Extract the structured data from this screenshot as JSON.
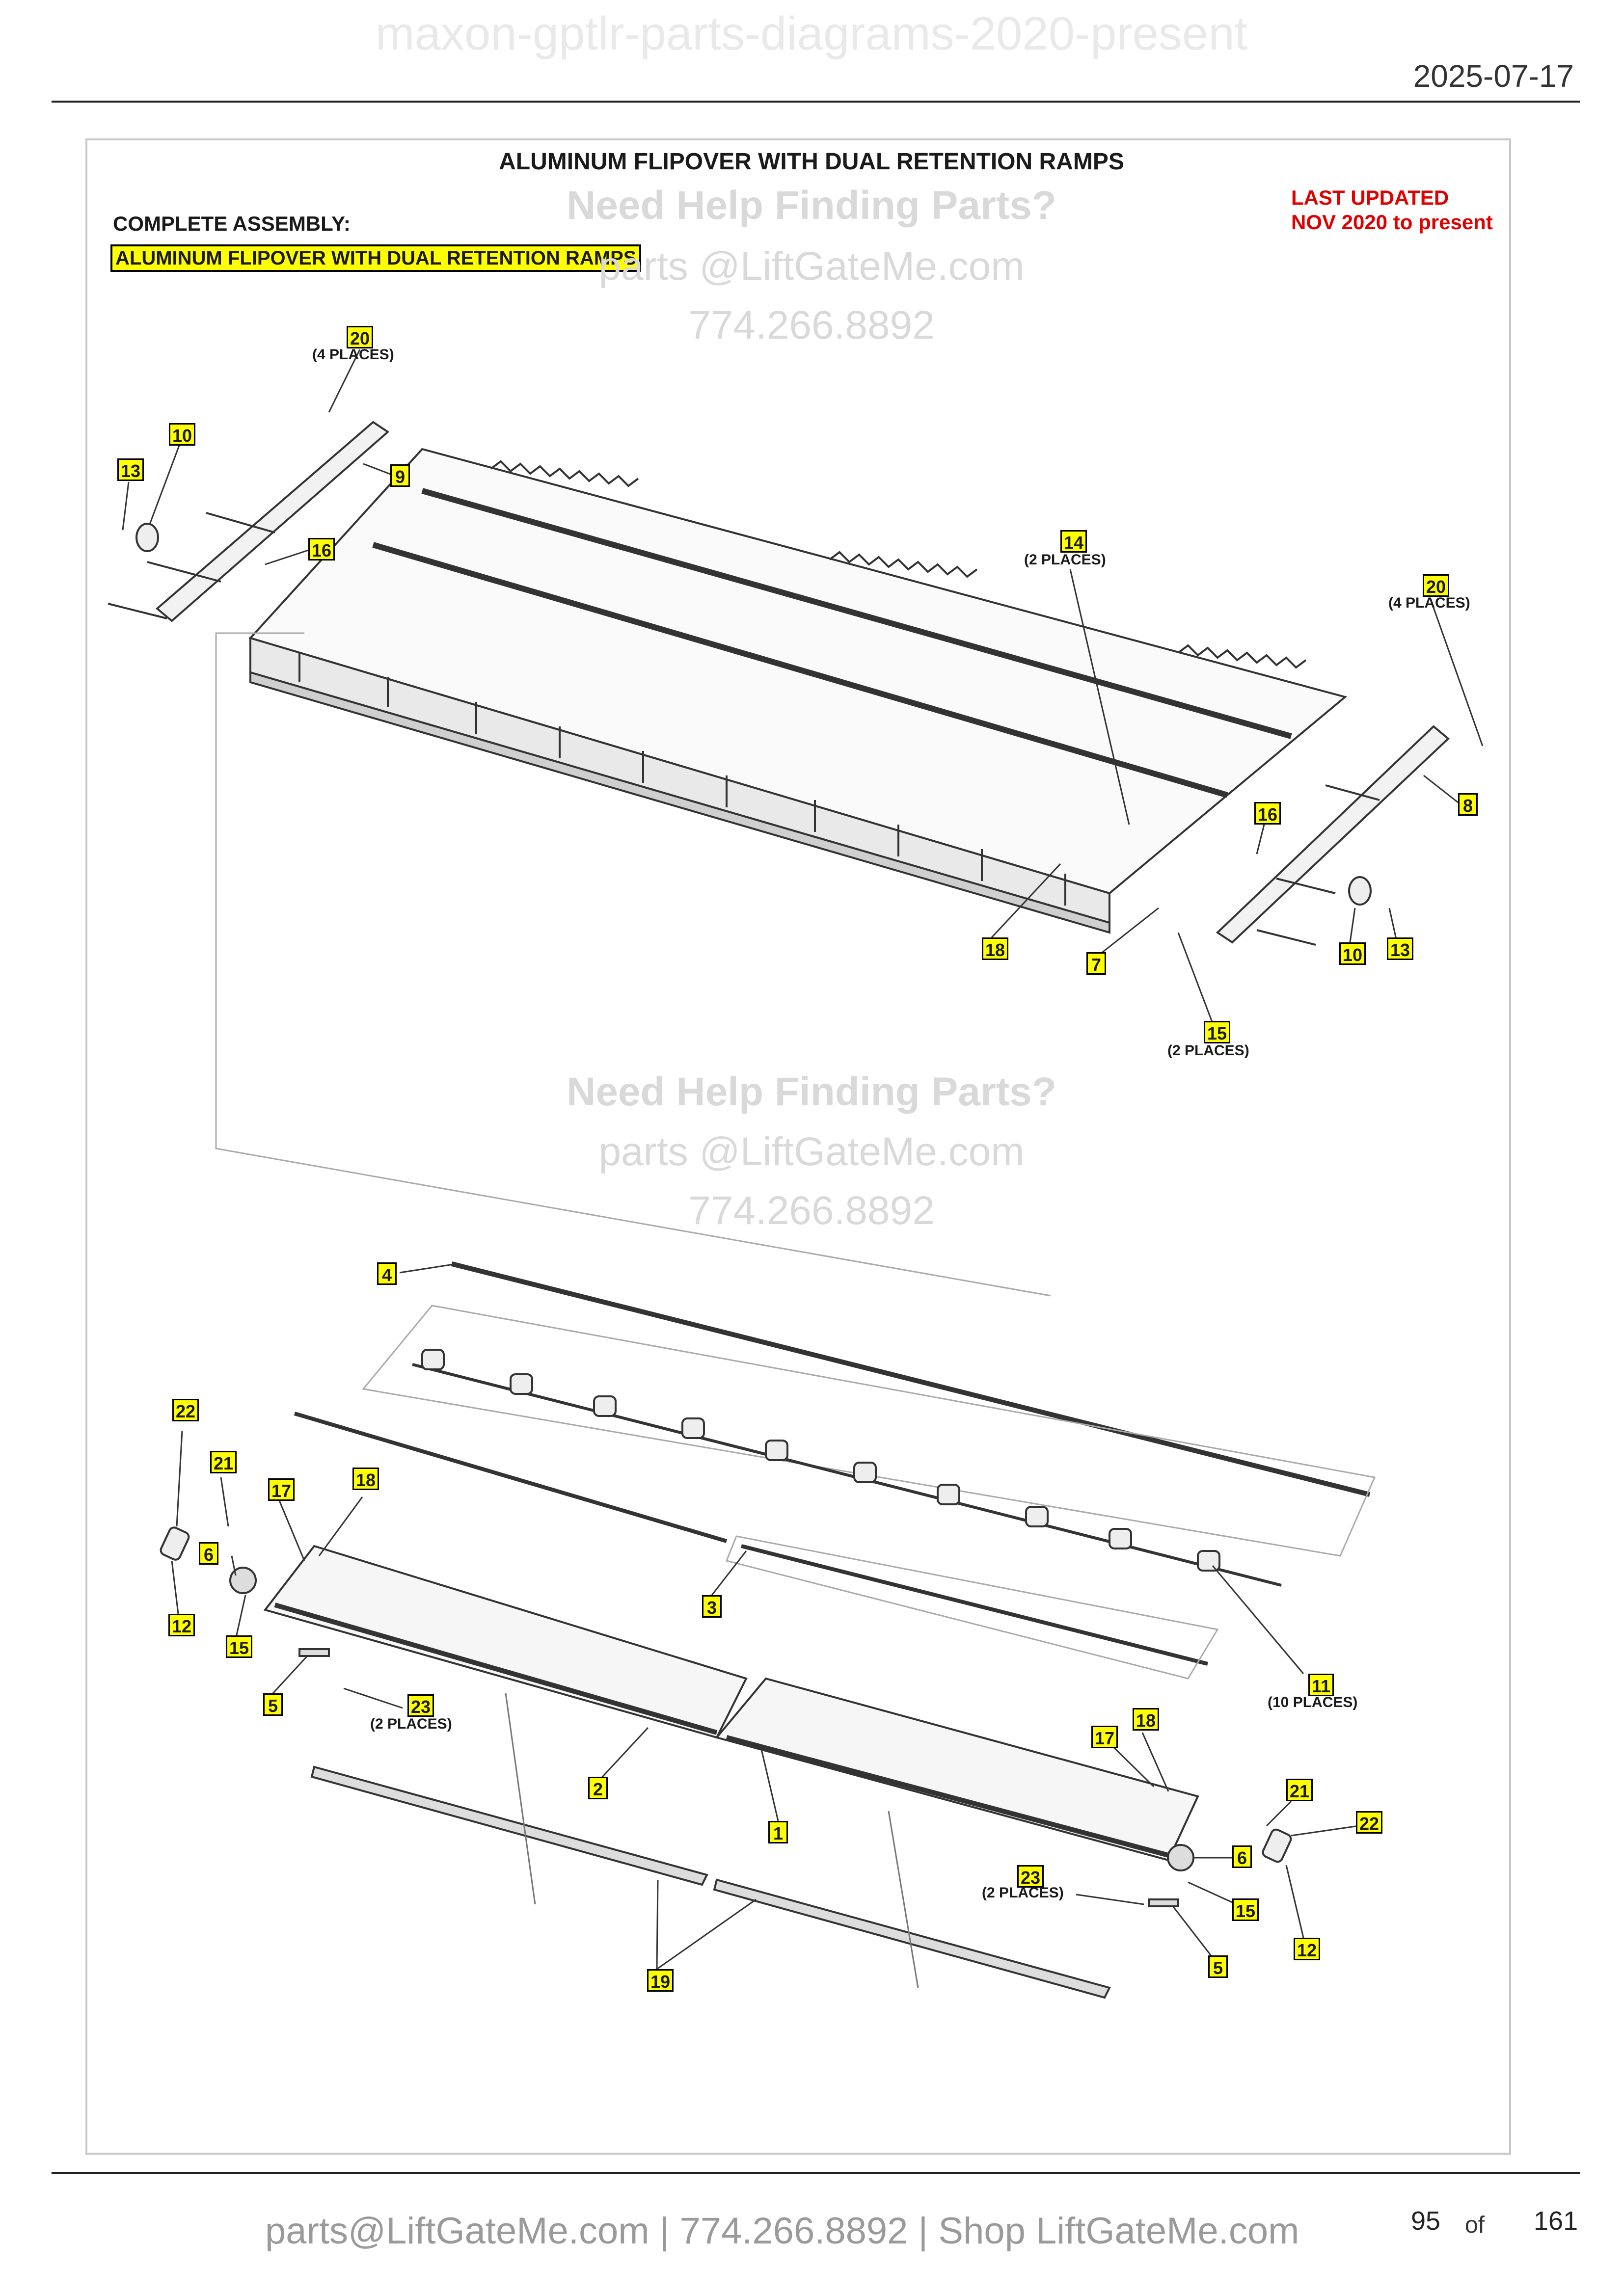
{
  "header": {
    "doc_title": "maxon-gptlr-parts-diagrams-2020-present",
    "date": "2025-07-17"
  },
  "sheet": {
    "title": "ALUMINUM FLIPOVER WITH DUAL RETENTION RAMPS",
    "complete_assembly_label": "COMPLETE ASSEMBLY:",
    "assembly_name": "ALUMINUM FLIPOVER WITH DUAL RETENTION RAMPS",
    "last_updated_label": "LAST UPDATED",
    "last_updated_range": "NOV 2020 to present"
  },
  "watermarks": [
    {
      "heading": "Need Help Finding Parts?",
      "email": "parts @LiftGateMe.com",
      "phone": "774.266.8892"
    },
    {
      "heading": "Need Help Finding Parts?",
      "email": "parts @LiftGateMe.com",
      "phone": "774.266.8892"
    }
  ],
  "callouts": [
    "20",
    "10",
    "13",
    "9",
    "16",
    "14",
    "20",
    "8",
    "16",
    "18",
    "7",
    "15",
    "10",
    "13",
    "4",
    "22",
    "21",
    "17",
    "18",
    "6",
    "3",
    "12",
    "15",
    "5",
    "23",
    "11",
    "2",
    "1",
    "18",
    "17",
    "21",
    "22",
    "6",
    "23",
    "15",
    "12",
    "5",
    "19"
  ],
  "notes": [
    "(4 PLACES)",
    "(2 PLACES)",
    "(4 PLACES)",
    "(2 PLACES)",
    "(2 PLACES)",
    "(10 PLACES)",
    "(2 PLACES)"
  ],
  "footer": {
    "links": "parts@LiftGateMe.com | 774.266.8892 | Shop LiftGateMe.com",
    "page": "95",
    "of": "of",
    "total": "161"
  }
}
